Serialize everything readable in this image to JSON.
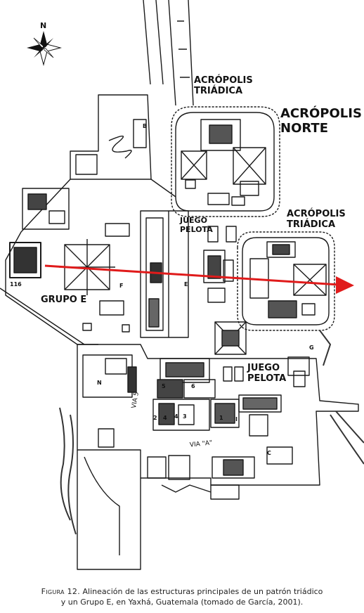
{
  "compass": {
    "north_label": "N"
  },
  "labels": {
    "acropolis_triadica_top": [
      "ACRÓPOLIS",
      "TRIÁDICA"
    ],
    "acropolis_norte": [
      "ACRÓPOLIS",
      "NORTE"
    ],
    "acropolis_triadica_right": [
      "ACRÓPOLIS",
      "TRIÁDICA"
    ],
    "juego_pelota_top": [
      "JUEGO",
      "PELOTA"
    ],
    "juego_pelota_bottom": [
      "JUEGO",
      "PELOTA"
    ],
    "grupo_e": "GRUPO E",
    "via_5": "VIA 5",
    "via_a": "VIA \"A\""
  },
  "structure_letters": [
    "B",
    "F",
    "E",
    "N",
    "G",
    "I",
    "4",
    "5",
    "6",
    "3",
    "1",
    "C",
    "116",
    "4",
    "2"
  ],
  "alignment_arrow": {
    "color": "#e01b1b"
  },
  "caption": {
    "figure": "Figura 12.",
    "line1": "Alineación de las estructuras principales de un patrón triádico",
    "line2": "y un Grupo E, en Yaxhá, Guatemala (tomado de García, 2001)."
  }
}
